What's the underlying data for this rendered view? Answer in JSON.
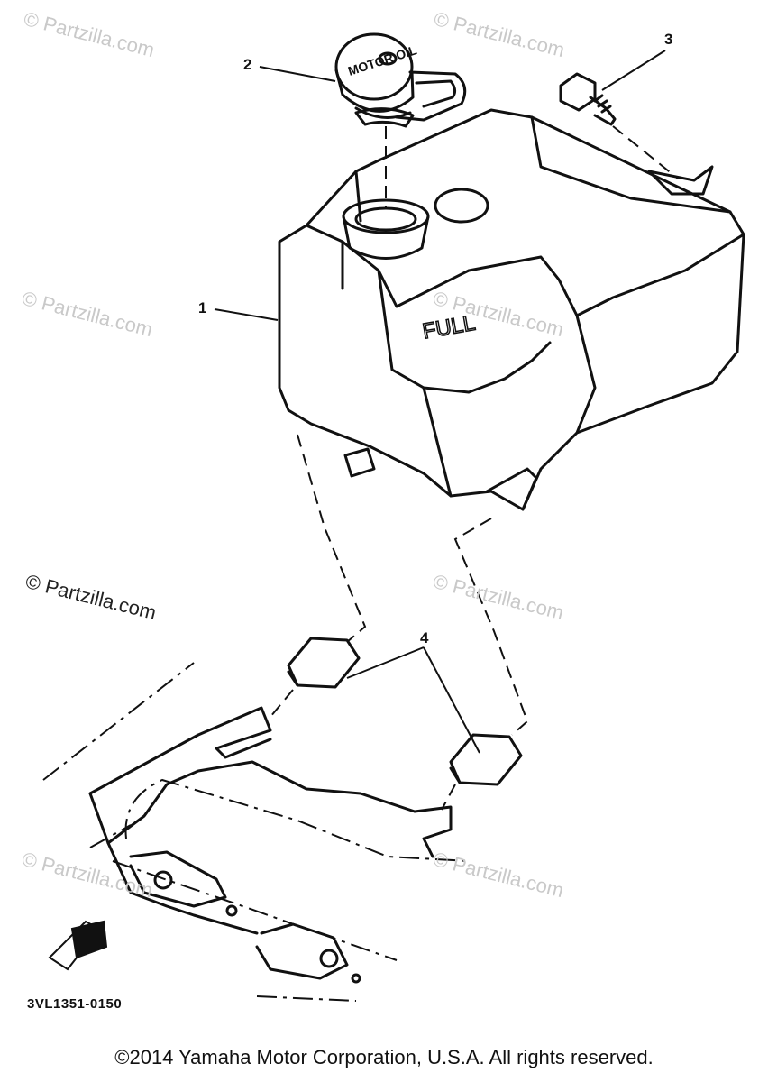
{
  "watermark": "© Partzilla.com",
  "callouts": [
    "1",
    "2",
    "3",
    "4"
  ],
  "cap_text": "MOTOR OIL",
  "tank_label": "FULL",
  "diagram_code": "3VL1351-0150",
  "copyright": "©2014 Yamaha Motor Corporation, U.S.A. All rights reserved.",
  "colors": {
    "line": "#111111",
    "watermark": "#c9c9c9"
  }
}
